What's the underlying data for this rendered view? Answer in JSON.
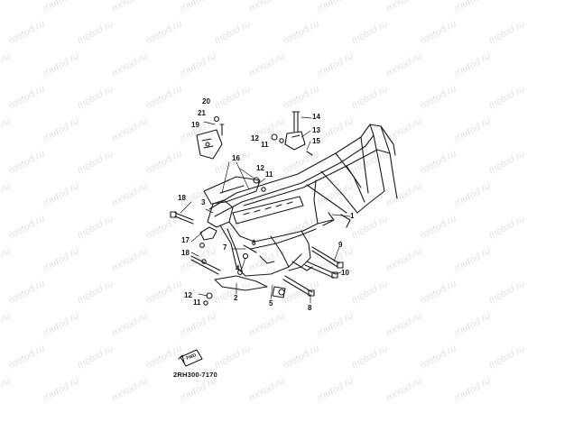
{
  "watermark": {
    "text": "motod.ru"
  },
  "diagram": {
    "part_code": "2RH300-7170",
    "direction_marker": "FWD",
    "callouts": [
      {
        "id": "c1",
        "text": "1"
      },
      {
        "id": "c2",
        "text": "2"
      },
      {
        "id": "c3",
        "text": "3"
      },
      {
        "id": "c4",
        "text": "4"
      },
      {
        "id": "c5",
        "text": "5"
      },
      {
        "id": "c6",
        "text": "6"
      },
      {
        "id": "c7",
        "text": "7"
      },
      {
        "id": "c8",
        "text": "8"
      },
      {
        "id": "c9",
        "text": "9"
      },
      {
        "id": "c10",
        "text": "10"
      },
      {
        "id": "c11a",
        "text": "11"
      },
      {
        "id": "c11b",
        "text": "11"
      },
      {
        "id": "c11c",
        "text": "11"
      },
      {
        "id": "c12a",
        "text": "12"
      },
      {
        "id": "c12b",
        "text": "12"
      },
      {
        "id": "c12c",
        "text": "12"
      },
      {
        "id": "c13",
        "text": "13"
      },
      {
        "id": "c14",
        "text": "14"
      },
      {
        "id": "c15",
        "text": "15"
      },
      {
        "id": "c16",
        "text": "16"
      },
      {
        "id": "c17",
        "text": "17"
      },
      {
        "id": "c18a",
        "text": "18"
      },
      {
        "id": "c18b",
        "text": "18"
      },
      {
        "id": "c19",
        "text": "19"
      },
      {
        "id": "c20",
        "text": "20"
      },
      {
        "id": "c21",
        "text": "21"
      }
    ]
  }
}
